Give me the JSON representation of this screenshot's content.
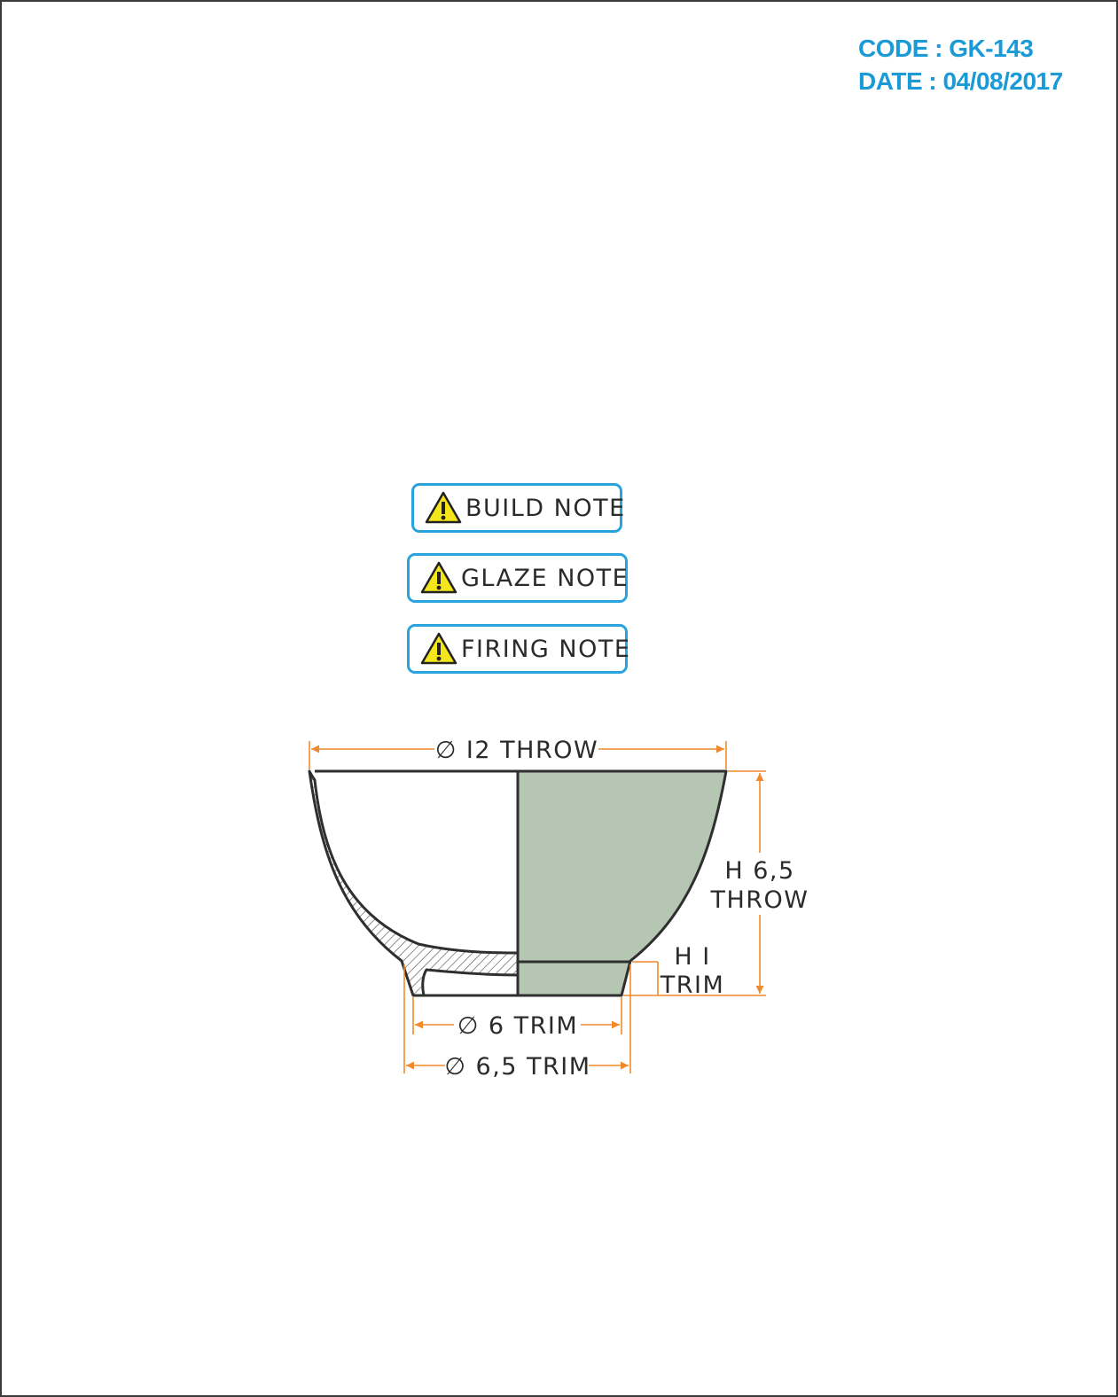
{
  "header": {
    "code": "CODE : GK-143",
    "date": "DATE : 04/08/2017"
  },
  "notes": [
    {
      "label": "BUILD NOTE",
      "icon": "warning-icon"
    },
    {
      "label": "GLAZE NOTE",
      "icon": "warning-icon"
    },
    {
      "label": "FIRING NOTE",
      "icon": "warning-icon"
    }
  ],
  "dimensions": {
    "rim_diameter": "∅ I2 THROW",
    "height_line1": "H 6,5",
    "height_line2": "THROW",
    "foot_height_line1": "H I",
    "foot_height_line2": "TRIM",
    "inner_foot_diameter": "∅ 6 TRIM",
    "outer_foot_diameter": "∅ 6,5 TRIM"
  },
  "colors": {
    "accent": "#1a9ad6",
    "note_border": "#29a3dc",
    "dimension_lines": "#f08a2c",
    "bowl_fill": "#b5c6b2",
    "outline": "#2f2f2f",
    "warning_fill": "#f5e61b"
  }
}
